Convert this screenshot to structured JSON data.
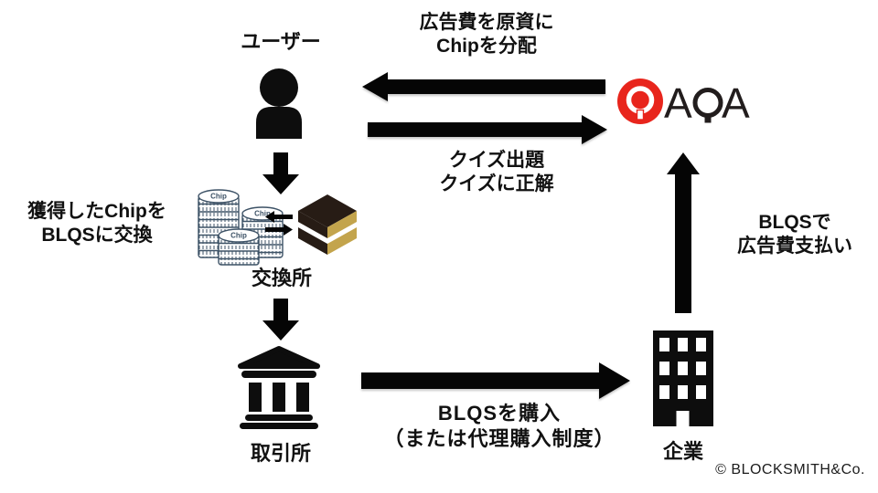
{
  "labels": {
    "user": "ユーザー",
    "exchange_office": "交換所",
    "trading_exchange": "取引所",
    "company": "企業"
  },
  "annotations": {
    "distribute_line1": "広告費を原資に",
    "distribute_line2": "Chipを分配",
    "quiz_line1": "クイズ出題",
    "quiz_line2": "クイズに正解",
    "swap_line1": "獲得したChipを",
    "swap_line2": "BLQSに交換",
    "purchase_line1": "BLQSを購入",
    "purchase_line2": "（または代理購入制度）",
    "payment_line1": "BLQSで",
    "payment_line2": "広告費支払い"
  },
  "logo": {
    "letter_a1": "A",
    "letter_a2": "A"
  },
  "coin_label": "Chip",
  "footer": "© BLOCKSMITH&Co.",
  "colors": {
    "accent_red": "#e8251c",
    "ink": "#0d0d0d",
    "coin_outline": "#3d5266",
    "block_gold": "#c3a44c",
    "block_dark": "#271c15"
  }
}
